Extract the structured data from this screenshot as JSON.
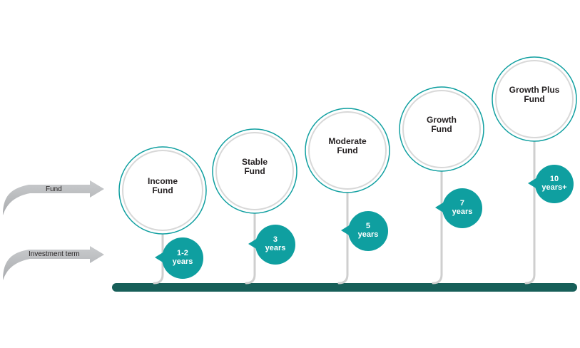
{
  "row_labels": {
    "fund": "Fund",
    "term": "Investment term"
  },
  "funds": [
    {
      "name": "Income\nFund",
      "term": "1-2\nyears"
    },
    {
      "name": "Stable\nFund",
      "term": "3\nyears"
    },
    {
      "name": "Moderate\nFund",
      "term": "5\nyears"
    },
    {
      "name": "Growth\nFund",
      "term": "7\nyears"
    },
    {
      "name": "Growth Plus\nFund",
      "term": "10\nyears+"
    }
  ],
  "colors": {
    "teal": "#0f9fa0",
    "timeline": "#175f59",
    "stem": "#cfcfcf",
    "arrow": "#bfc1c3",
    "ring": "#d8d8d8"
  }
}
